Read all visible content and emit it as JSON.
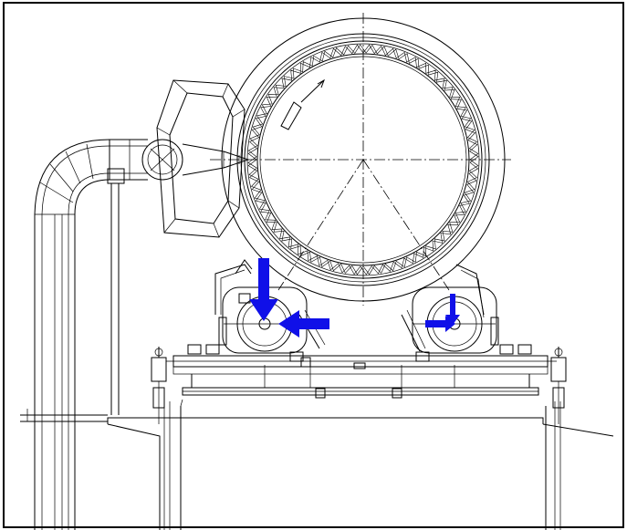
{
  "diagram": {
    "subject": "rotary-kiln-cross-section",
    "colors": {
      "line": "#000000",
      "background": "#ffffff",
      "force_arrow": "#1010e8"
    },
    "force_arrows": [
      {
        "id": "left-vertical",
        "direction": "down"
      },
      {
        "id": "left-horizontal",
        "direction": "left"
      },
      {
        "id": "right-vertical",
        "direction": "down"
      },
      {
        "id": "right-horizontal",
        "direction": "right"
      }
    ]
  }
}
